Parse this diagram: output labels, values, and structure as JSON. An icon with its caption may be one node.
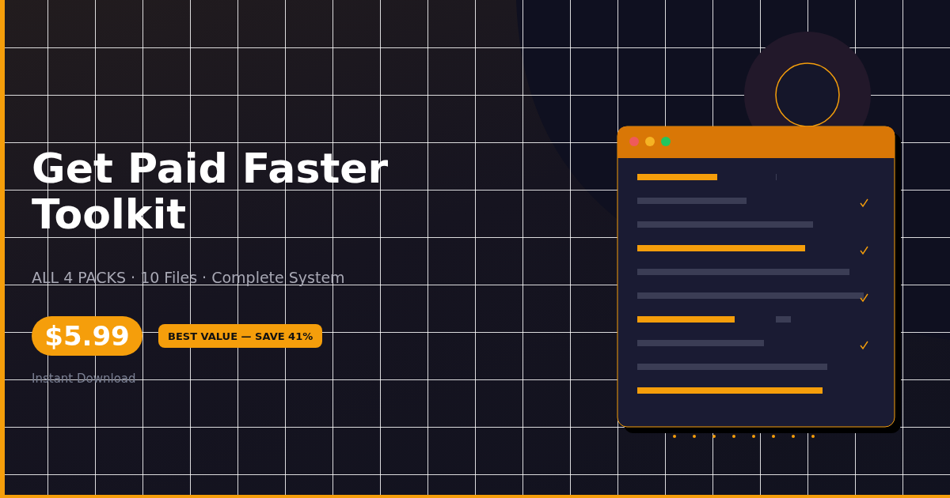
{
  "diagram": {
    "title": "Get Paid Faster Toolkit",
    "nodes": [
      {
        "text": [
          "$5.99"
        ]
      },
      {
        "text": [
          "BEST VALUE — SAVE 41%"
        ]
      }
    ],
    "labels": [
      "ALL 4 PACKS · 10 Files · Complete System",
      "Instant Download"
    ]
  }
}
